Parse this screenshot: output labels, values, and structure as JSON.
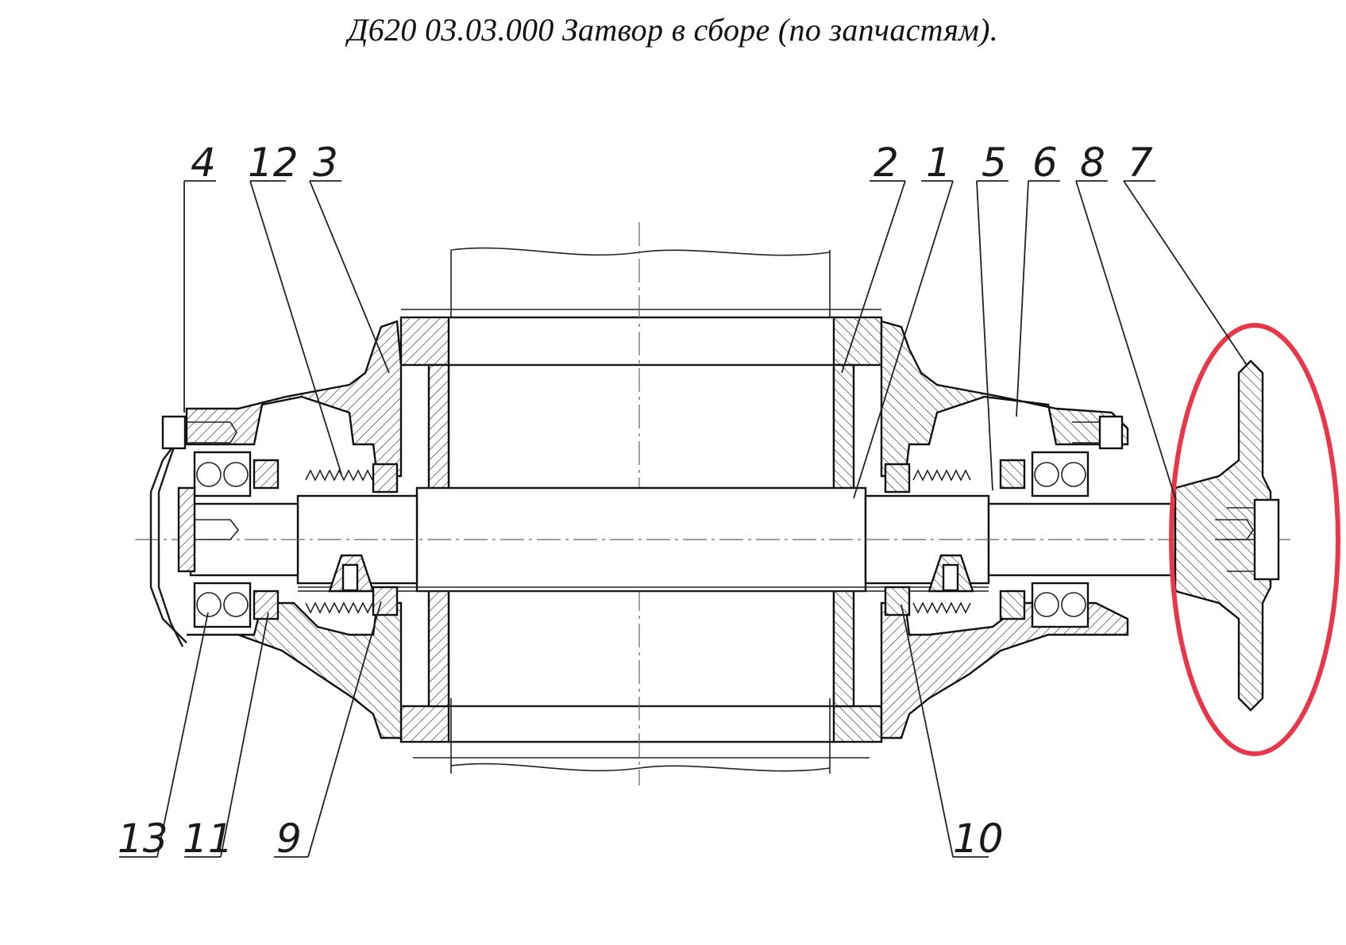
{
  "title": "Д620 03.03.000 Затвор в сборе (по запчастям).",
  "callouts_top": [
    "4",
    "12",
    "3",
    "2",
    "1",
    "5",
    "6",
    "8",
    "7"
  ],
  "callouts_bottom": [
    "13",
    "11",
    "9",
    "10"
  ],
  "highlight_color": "#e8364a"
}
